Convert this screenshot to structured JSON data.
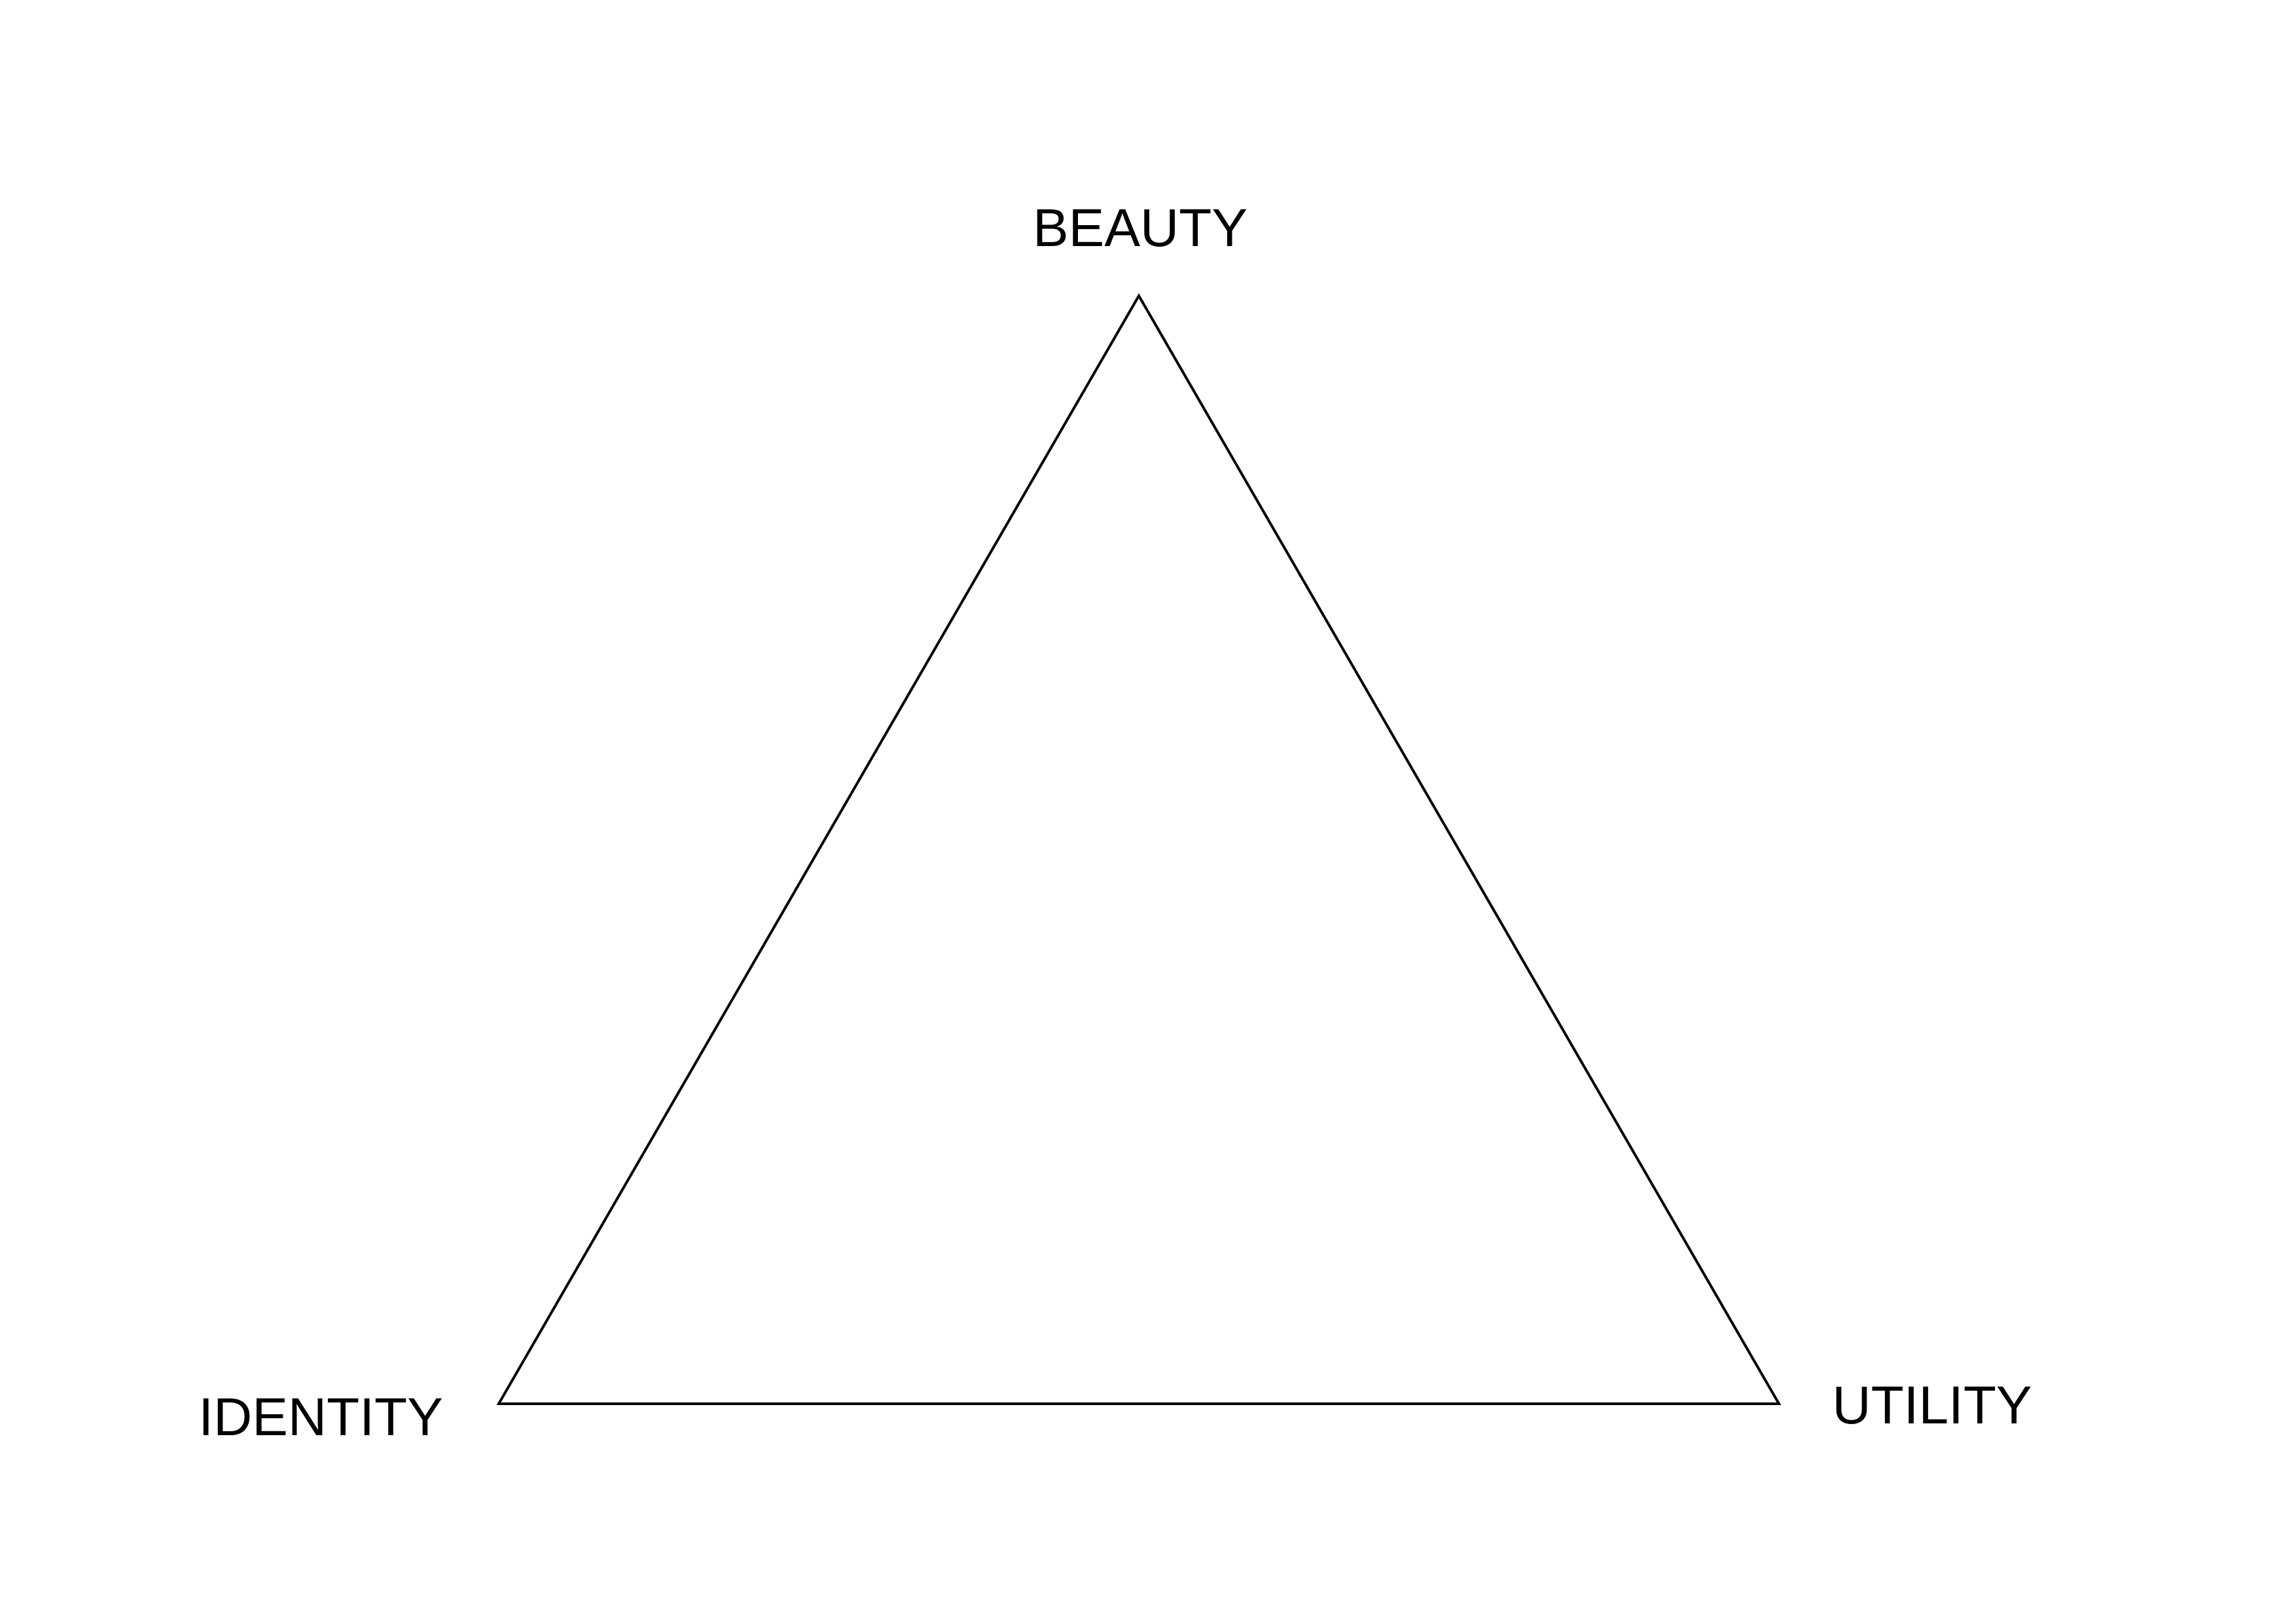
{
  "diagram": {
    "type": "triangle",
    "stroke_color": "#000000",
    "background_color": "#ffffff",
    "labels": {
      "top": "BEAUTY",
      "bottom_left": "IDENTITY",
      "bottom_right": "UTILITY"
    }
  }
}
